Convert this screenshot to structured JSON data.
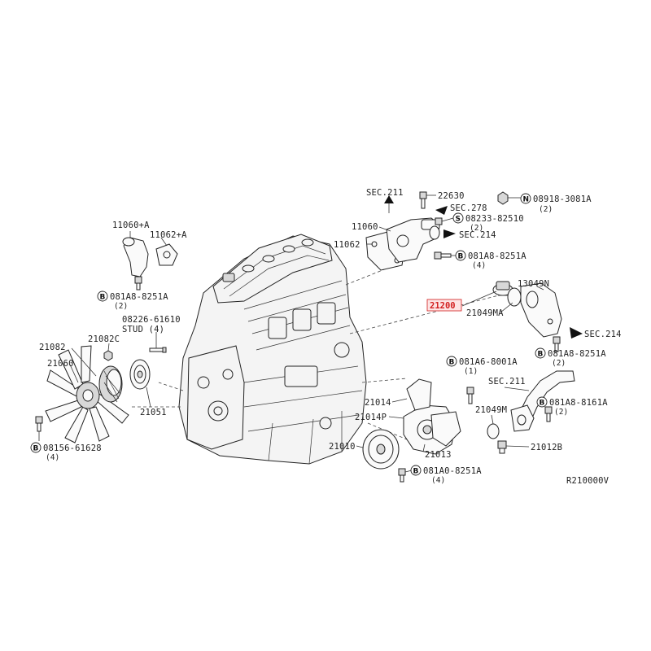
{
  "diagram": {
    "code": "R210000V",
    "highlight_part": "21200",
    "labels": {
      "sec211_top": "SEC.211",
      "p22630": "22630",
      "sec278": "SEC.278",
      "b08918": "08918-3081A",
      "b08918_qty": "(2)",
      "p11060_top": "11060",
      "s08233": "08233-82510",
      "s08233_qty": "(2)",
      "sec214_top": "SEC.214",
      "p11062_top": "11062",
      "b081a8_top": "081A8-8251A",
      "b081a8_top_qty": "(4)",
      "p13049n": "13049N",
      "p21049ma": "21049MA",
      "sec214_right": "SEC.214",
      "b081a8_right": "081A8-8251A",
      "b081a8_right_qty": "(2)",
      "b081a6": "081A6-8001A",
      "b081a6_qty": "(1)",
      "sec211_right": "SEC.211",
      "p21049m": "21049M",
      "b081a8_8161": "081A8-8161A",
      "b081a8_8161_qty": "(2)",
      "p21012b": "21012B",
      "p21014": "21014",
      "p21014p": "21014P",
      "p21010": "21010",
      "p21013": "21013",
      "b081a0": "081A0-8251A",
      "b081a0_qty": "(4)",
      "p11060a": "11060+A",
      "p11062a": "11062+A",
      "b081a8_left": "081A8-8251A",
      "b081a8_left_qty": "(2)",
      "p08226": "08226-61610",
      "stud": "STUD (4)",
      "p21082c": "21082C",
      "p21082": "21082",
      "p21060": "21060",
      "p21051": "21051",
      "b08156": "08156-61628",
      "b08156_qty": "(4)"
    },
    "callout_symbols": {
      "bolt": "B",
      "nut": "N",
      "screw": "S"
    }
  }
}
